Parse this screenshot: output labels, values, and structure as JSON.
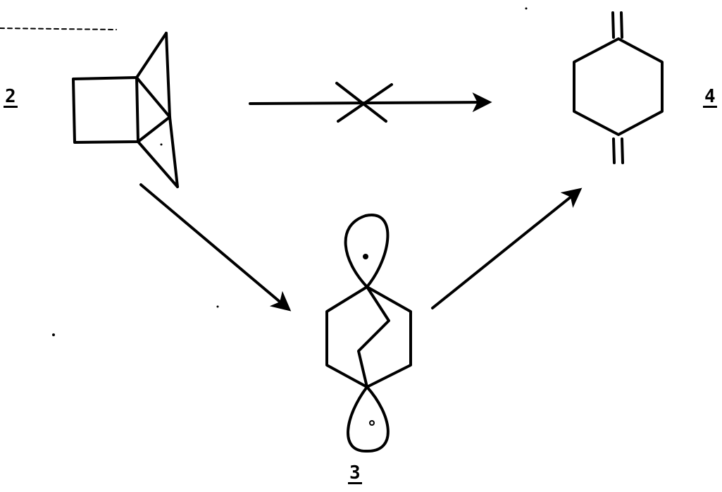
{
  "compounds": {
    "c2": {
      "label": "2"
    },
    "c3": {
      "label": "3"
    },
    "c4": {
      "label": "4"
    }
  },
  "arrows": [
    {
      "from": "2",
      "to": "4",
      "blocked": true
    },
    {
      "from": "2",
      "to": "3",
      "blocked": false
    },
    {
      "from": "3",
      "to": "4",
      "blocked": false
    }
  ],
  "colors": {
    "ink": "#000000",
    "paper": "#ffffff"
  }
}
